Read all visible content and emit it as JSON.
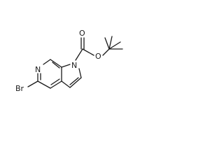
{
  "molecule": {
    "atoms": {
      "ring_nitrogen_pyridine": "N",
      "ring_nitrogen_pyrrole": "N",
      "carbonyl_oxygen": "O",
      "ester_oxygen": "O",
      "bromine": "Br"
    },
    "colors": {
      "bond": "#1a1a1a",
      "background": "#ffffff"
    }
  }
}
